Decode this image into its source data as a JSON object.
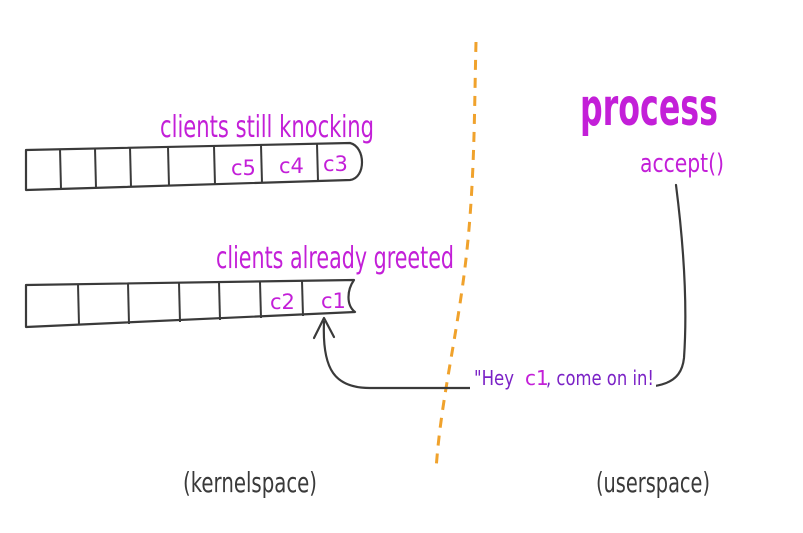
{
  "colors": {
    "magenta": "#c31fd8",
    "purple": "#7b22c6",
    "ink": "#3a3a3a",
    "orange": "#f0a22c"
  },
  "queues": {
    "syn_queue": {
      "label": "clients still knocking",
      "cells": [
        "c5",
        "c4",
        "c3"
      ]
    },
    "accept_queue": {
      "label": "clients already greeted",
      "cells": [
        "c2",
        "c1"
      ]
    }
  },
  "process": {
    "title": "process",
    "call": "accept()"
  },
  "message": {
    "prefix": "\"Hey",
    "client": "c1",
    "suffix": ", come on in!"
  },
  "regions": {
    "kernel": "(kernelspace)",
    "user": "(userspace)"
  }
}
